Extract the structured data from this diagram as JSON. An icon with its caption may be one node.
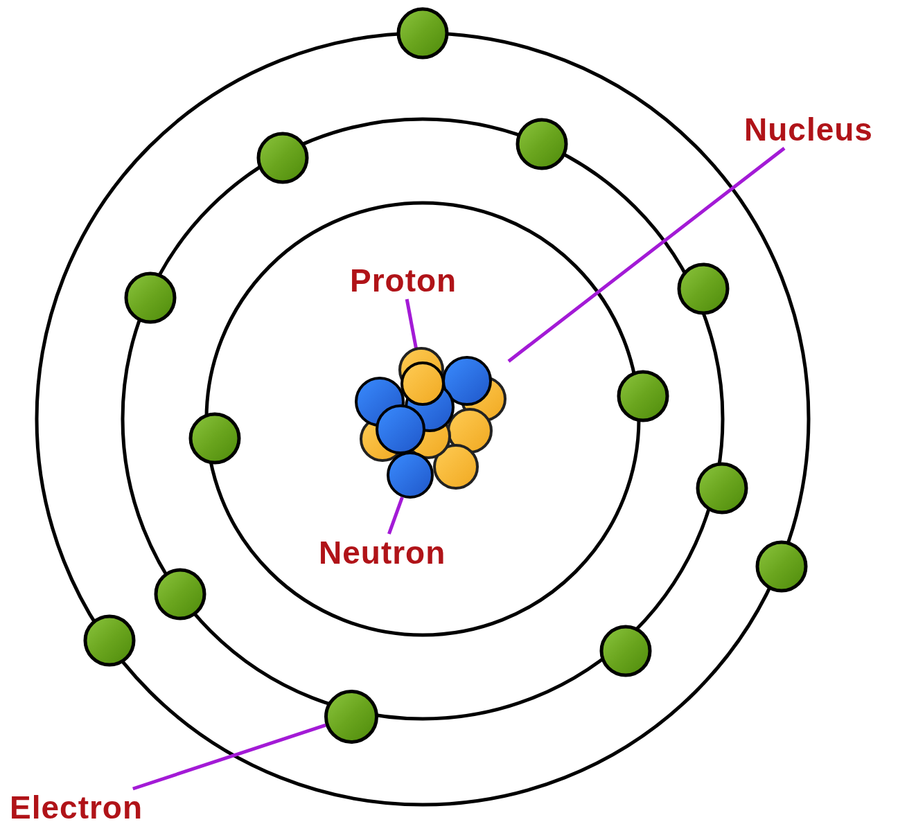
{
  "diagram": {
    "nodes": [
      {
        "text": [
          "Nucleus"
        ]
      },
      {
        "text": [
          "Proton"
        ]
      },
      {
        "text": [
          "Neutron"
        ]
      },
      {
        "text": [
          "Electron"
        ]
      },
      {
        "text": [],
        "shape": "picture"
      },
      {
        "text": [],
        "shape": "circle",
        "in": 4
      },
      {
        "text": [],
        "shape": "circle",
        "in": 4
      },
      {
        "text": [],
        "shape": "circle"
      }
    ],
    "edges": [
      {
        "from": 0,
        "to": 4,
        "arrow": "none"
      },
      {
        "from": 1,
        "to": 5,
        "arrow": "none"
      },
      {
        "from": 2,
        "to": 6,
        "arrow": "none"
      },
      {
        "from": 3,
        "to": 7,
        "arrow": "none"
      }
    ]
  }
}
